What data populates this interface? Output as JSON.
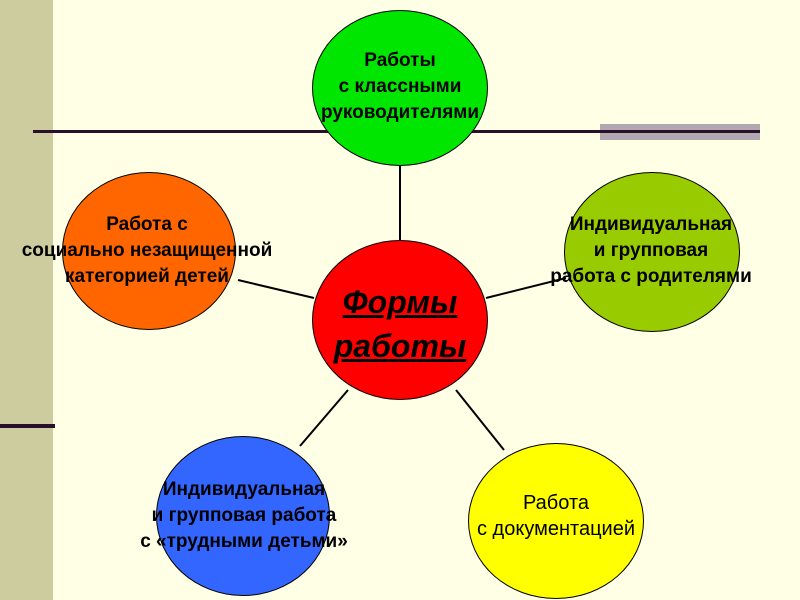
{
  "diagram": {
    "type": "hub-and-spoke",
    "center": {
      "lines": [
        "Формы",
        "работы"
      ],
      "color": "#FF0000"
    },
    "nodes": [
      {
        "id": "class-teachers",
        "lines": [
          "Работы",
          "с классными",
          "руководителями"
        ],
        "color": "#00E600"
      },
      {
        "id": "parents",
        "lines": [
          "Индивидуальная",
          "и групповая",
          "работа с родителями"
        ],
        "color": "#99CC00"
      },
      {
        "id": "documentation",
        "lines": [
          "Работа",
          "с документацией"
        ],
        "color": "#FFFF00"
      },
      {
        "id": "difficult-children",
        "lines": [
          "Индивидуальная",
          "и групповая работа",
          "с «трудными детьми»"
        ],
        "color": "#3366FF"
      },
      {
        "id": "vulnerable-children",
        "lines": [
          "Работа с",
          "социально незащищенной",
          "категорией детей"
        ],
        "color": "#FF6600"
      }
    ]
  },
  "theme": {
    "background": "#FFFFE6",
    "sidebar": "#CCCC9E",
    "line": "#2A0F2A",
    "bar": "#B2A8B2"
  }
}
